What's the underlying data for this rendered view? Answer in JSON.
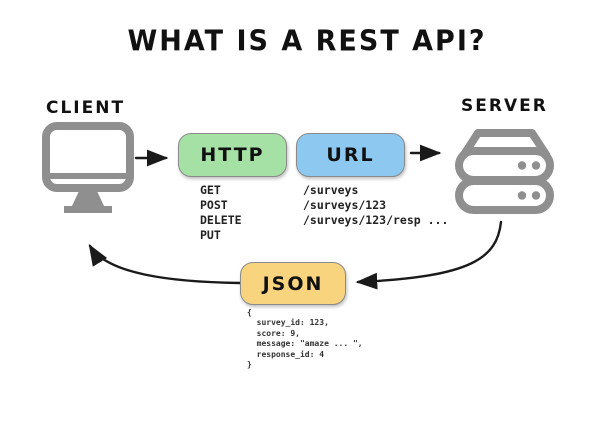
{
  "title": "WHAT IS A REST API?",
  "client_label": "CLIENT",
  "server_label": "SERVER",
  "boxes": {
    "http": {
      "label": "HTTP",
      "fill": "#a5e1a5"
    },
    "url": {
      "label": "URL",
      "fill": "#8cc8f0"
    },
    "json": {
      "label": "JSON",
      "fill": "#f8d47e"
    }
  },
  "http_methods": [
    "GET",
    "POST",
    "DELETE",
    "PUT"
  ],
  "url_paths": [
    "/surveys",
    "/surveys/123",
    "/surveys/123/resp ..."
  ],
  "json_snippet": {
    "lines": [
      "{",
      "  survey_id: 123,",
      "  score: 9,",
      "  message: \"amaze ... \",",
      "  response_id: 4",
      "}"
    ]
  },
  "icons": {
    "client": "monitor-icon",
    "server": "server-stack-icon"
  },
  "colors": {
    "icon_gray": "#8f8f8f",
    "arrow_black": "#1a1a1a",
    "box_border_gray": "#8a8a8a"
  }
}
